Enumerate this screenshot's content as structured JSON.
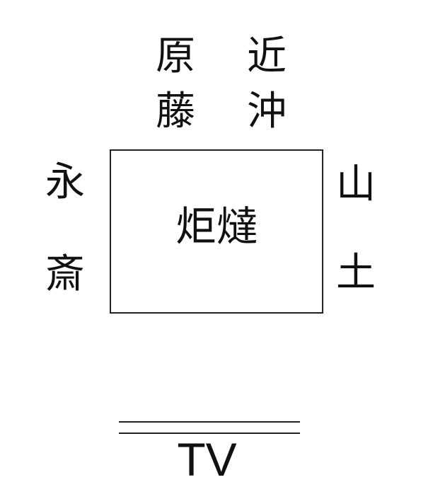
{
  "top_left": [
    "原",
    "藤"
  ],
  "top_right": [
    "近",
    "沖"
  ],
  "left": [
    "永",
    "斎"
  ],
  "right": [
    "山",
    "土"
  ],
  "center": "炬燵",
  "tv": "TV"
}
